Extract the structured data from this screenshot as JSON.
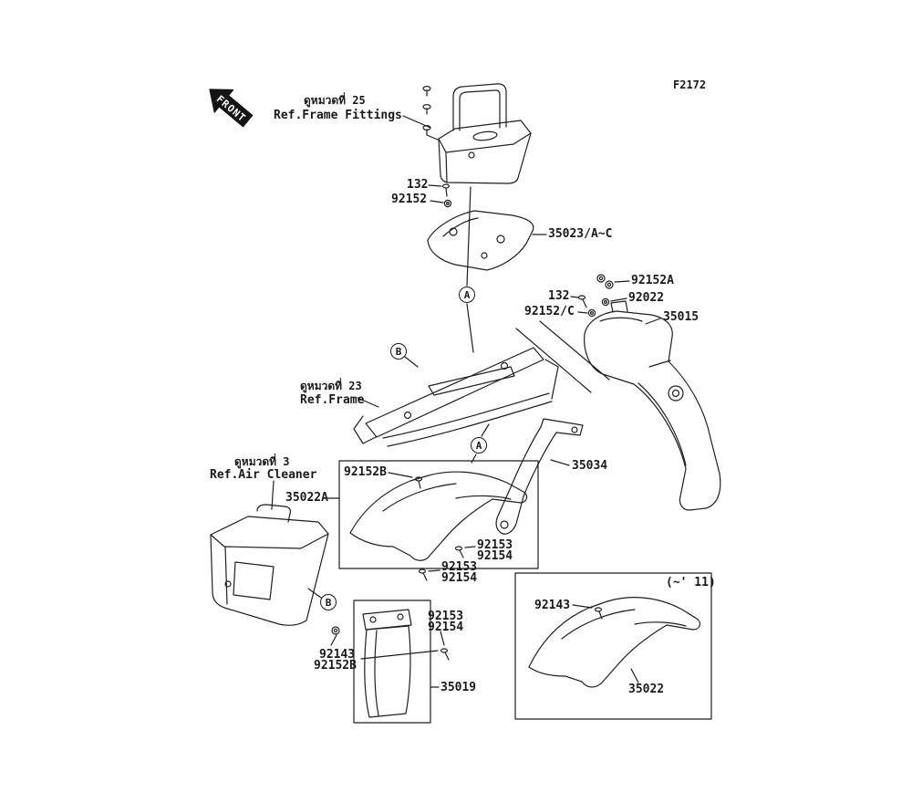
{
  "figure_code": "F2172",
  "front_arrow_label": "FRONT",
  "markers": {
    "a": "A",
    "b": "B"
  },
  "refs": {
    "frame_fittings": {
      "thai": "ดูหมวดที่ 25",
      "en": "Ref.Frame Fittings"
    },
    "frame": {
      "thai": "ดูหมวดที่ 23",
      "en": "Ref.Frame"
    },
    "air_cleaner": {
      "thai": "ดูหมวดที่ 3",
      "en": "Ref.Air Cleaner"
    }
  },
  "callouts": {
    "bolt_132_top": "132",
    "washer_92152": "92152",
    "bracket_35023": "35023/A~C",
    "washer_92152a": "92152A",
    "bolt_132_mid": "132",
    "washer_92022": "92022",
    "washer_92152c": "92152/C",
    "fender_rear_35015": "35015",
    "stay_35034": "35034",
    "fender_inner_35022a": "35022A",
    "screw_92152b": "92152B",
    "screw_92153": "92153",
    "washer_92154": "92154",
    "bolt_92143": "92143",
    "flap_35019": "35019",
    "note_year": "(~' 11)",
    "fender_inner_35022": "35022"
  }
}
